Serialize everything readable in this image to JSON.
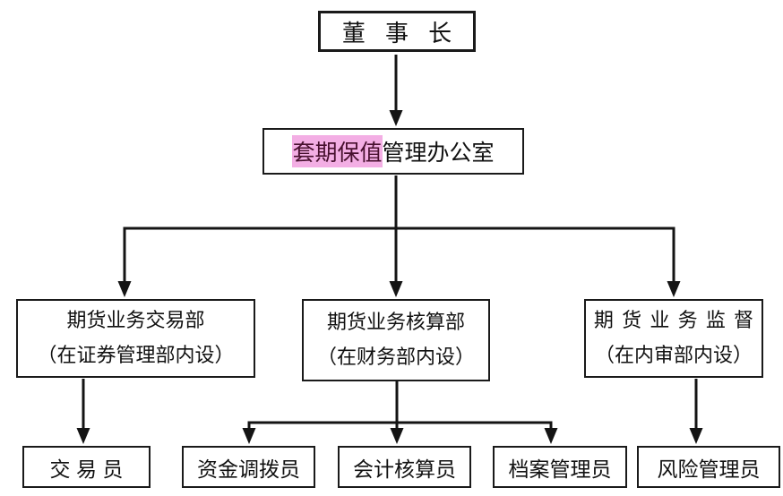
{
  "nodes": {
    "chairman": {
      "label": "董事长"
    },
    "office": {
      "highlighted": "套期保值",
      "rest": "管理办公室"
    },
    "dept_trading": {
      "line1": "期货业务交易部",
      "line2": "（在证券管理部内设）"
    },
    "dept_accounting": {
      "line1": "期货业务核算部",
      "line2": "（在财务部内设）"
    },
    "dept_supervision": {
      "line1": "期货业务监督",
      "line2": "（在内审部内设）"
    },
    "staff_trader": {
      "label": "交易员"
    },
    "staff_fund": {
      "label": "资金调拨员"
    },
    "staff_accountant": {
      "label": "会计核算员"
    },
    "staff_archive": {
      "label": "档案管理员"
    },
    "staff_risk": {
      "label": "风险管理员"
    }
  },
  "colors": {
    "highlight_background": "#f3aee4",
    "highlight_text": "#47102e",
    "line_color": "#141414",
    "box_border": "#1a1a1a"
  }
}
